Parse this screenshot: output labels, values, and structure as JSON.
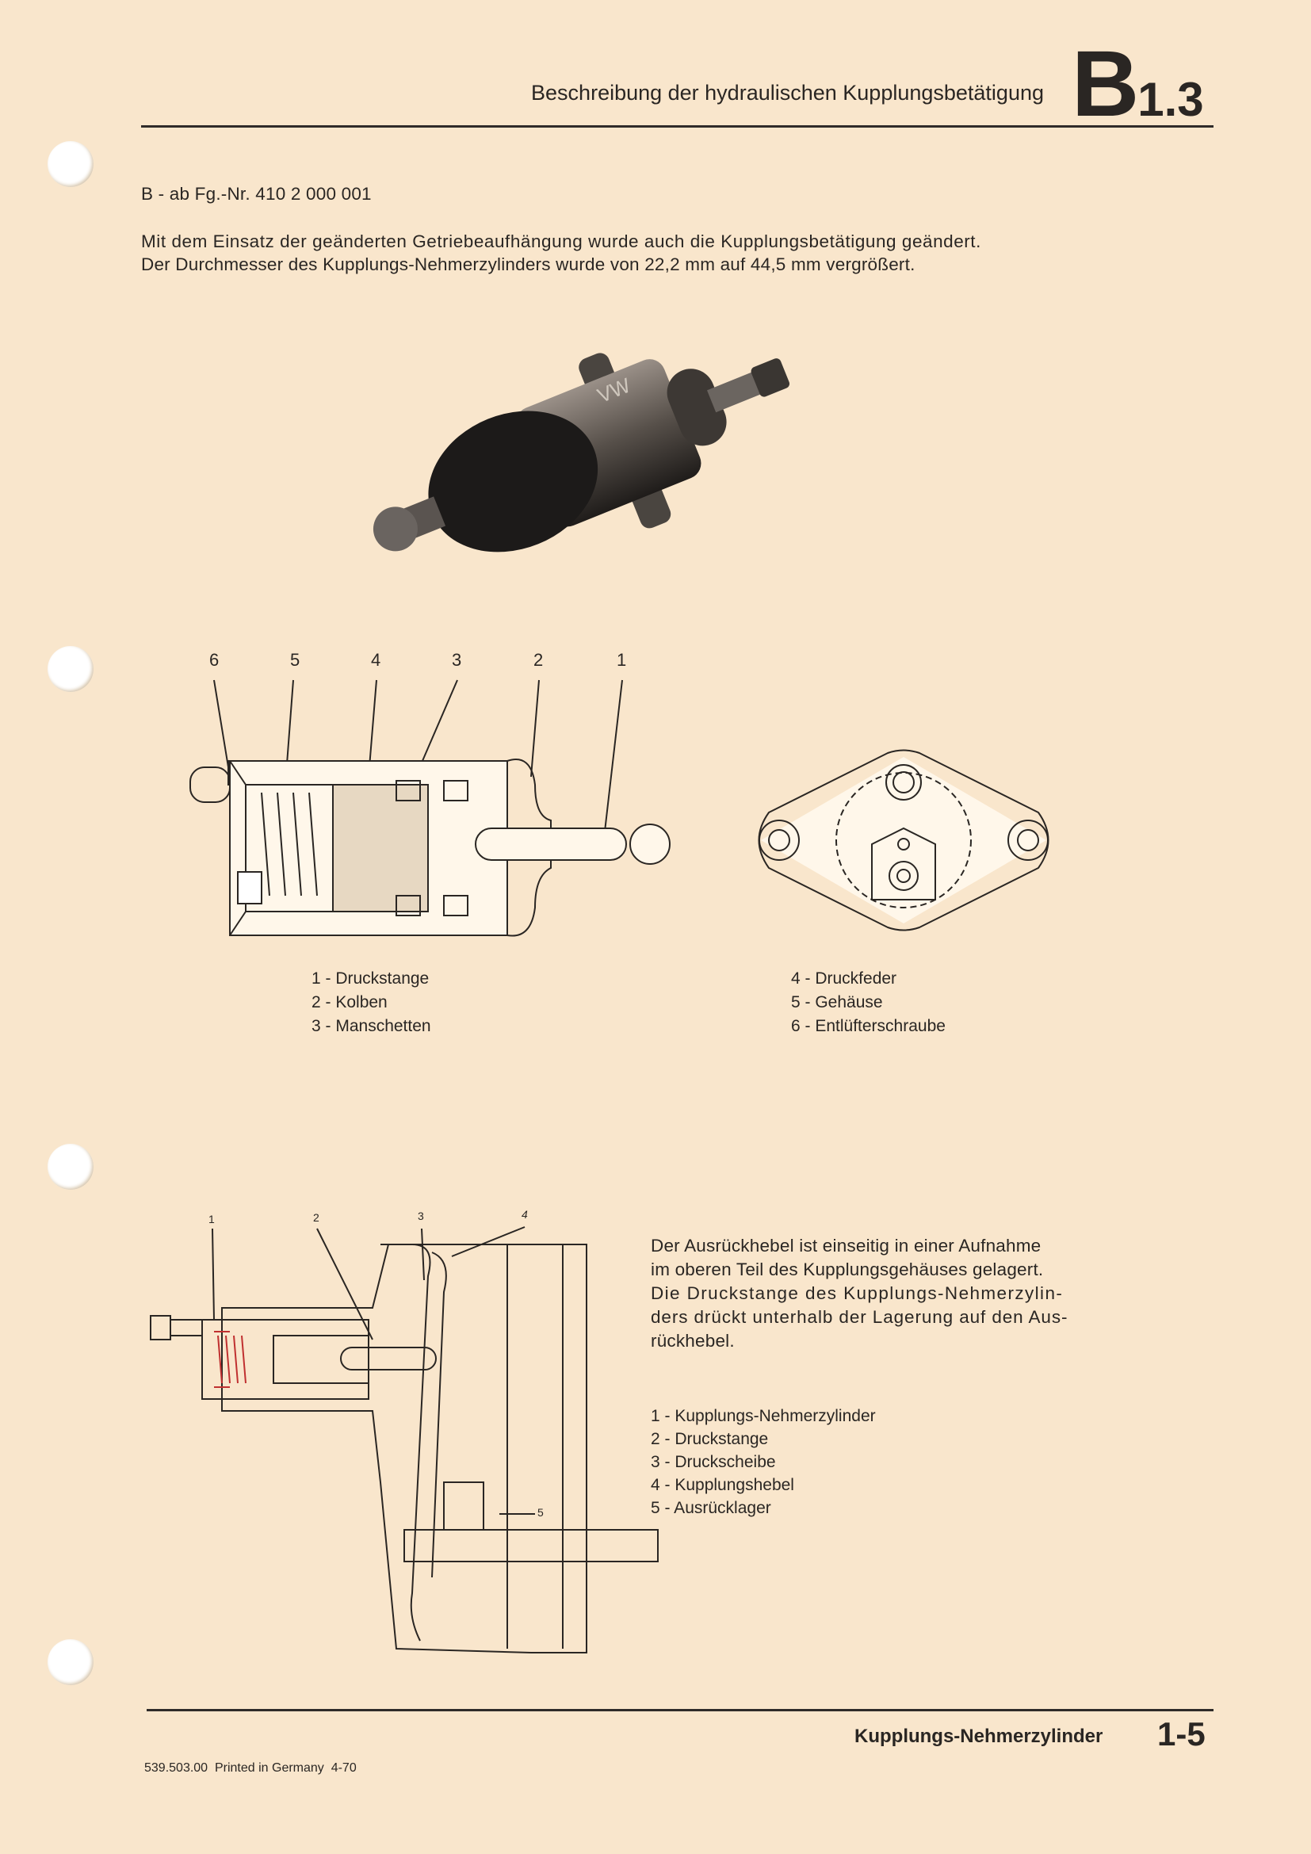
{
  "header": {
    "title": "Beschreibung der hydraulischen Kupplungsbetätigung",
    "section_letter": "B",
    "section_number": "1.3"
  },
  "intro": {
    "variant": "B - ab Fg.-Nr. 410 2 000 001",
    "lines": [
      "Mit dem Einsatz der geänderten Getriebeaufhängung wurde auch die Kupplungsbetätigung geändert.",
      "Der Durchmesser des Kupplungs-Nehmerzylinders wurde von 22,2 mm auf 44,5 mm vergrößert."
    ]
  },
  "photo": {
    "marking": "VW"
  },
  "figure1": {
    "callouts": [
      "6",
      "5",
      "4",
      "3",
      "2",
      "1"
    ],
    "legend_left": [
      "1 - Druckstange",
      "2 - Kolben",
      "3 - Manschetten"
    ],
    "legend_right": [
      "4 - Druckfeder",
      "5 - Gehäuse",
      "6 - Entlüfterschraube"
    ]
  },
  "figure2": {
    "callouts": [
      "1",
      "2",
      "3",
      "4",
      "5"
    ],
    "description": [
      "Der Ausrückhebel ist einseitig in einer Aufnahme",
      "im oberen Teil des Kupplungsgehäuses gelagert.",
      "Die Druckstange des Kupplungs-Nehmerzylin-",
      "ders drückt unterhalb der Lagerung auf den Aus-",
      "rückhebel."
    ],
    "legend": [
      "1 - Kupplungs-Nehmerzylinder",
      "2 - Druckstange",
      "3 - Druckscheibe",
      "4 - Kupplungshebel",
      "5 - Ausrücklager"
    ]
  },
  "footer": {
    "title": "Kupplungs-Nehmerzylinder",
    "page": "1-5",
    "print_info": "539.503.00  Printed in Germany  4-70"
  }
}
